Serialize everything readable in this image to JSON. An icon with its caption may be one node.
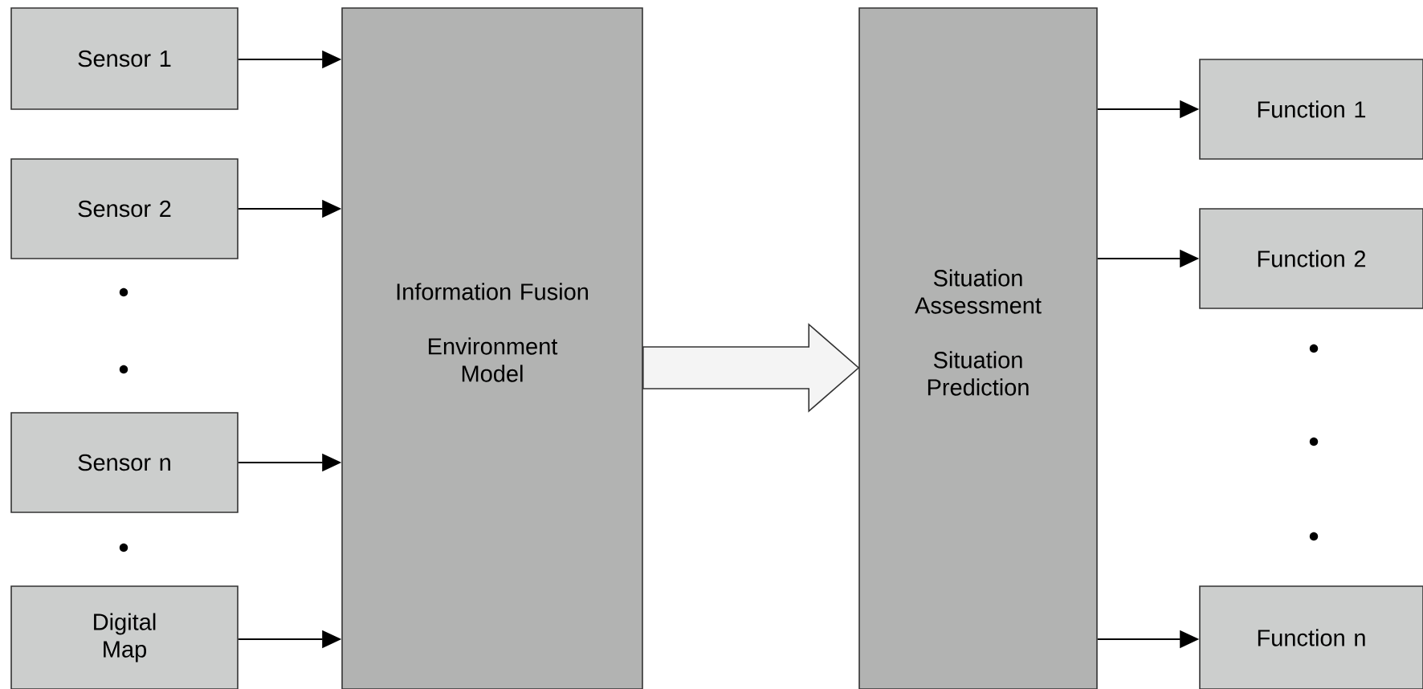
{
  "diagram": {
    "nodes": [
      {
        "text": [
          "Sensor 1"
        ]
      },
      {
        "text": [
          "Sensor 2"
        ]
      },
      {
        "text": [
          "Sensor n"
        ]
      },
      {
        "text": [
          "Digital Map"
        ]
      },
      {
        "text": [
          "Information Fusion",
          "Environment Model"
        ]
      },
      {
        "text": [
          "Situation Assessment",
          "Situation Prediction"
        ]
      },
      {
        "text": [
          "Function 1"
        ]
      },
      {
        "text": [
          "Function 2"
        ]
      },
      {
        "text": [
          "Function n"
        ]
      }
    ],
    "edges": [
      {
        "from": 0,
        "to": 4,
        "arrow": "to"
      },
      {
        "from": 1,
        "to": 4,
        "arrow": "to"
      },
      {
        "from": 2,
        "to": 4,
        "arrow": "to"
      },
      {
        "from": 3,
        "to": 4,
        "arrow": "to"
      },
      {
        "from": 4,
        "to": 5,
        "arrow": "to",
        "style": "thick"
      },
      {
        "from": 5,
        "to": 6,
        "arrow": "to"
      },
      {
        "from": 5,
        "to": 7,
        "arrow": "to"
      },
      {
        "from": 5,
        "to": 8,
        "arrow": "to"
      }
    ]
  }
}
